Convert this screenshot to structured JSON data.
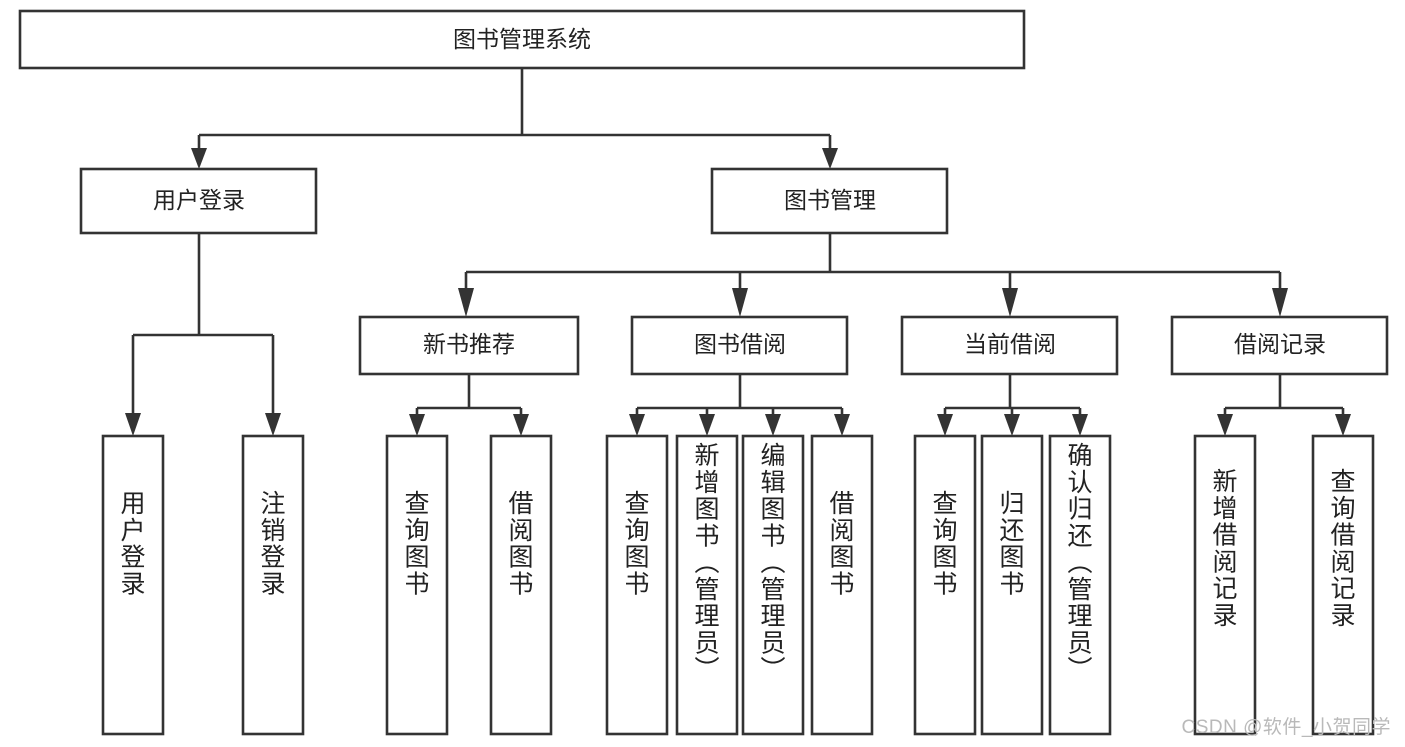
{
  "diagram": {
    "title": "图书管理系统",
    "type": "tree-hierarchy-diagram",
    "watermark": "CSDN @软件_小贺同学",
    "root": {
      "id": "root",
      "label": "图书管理系统"
    },
    "level2": [
      {
        "id": "user-login",
        "label": "用户登录"
      },
      {
        "id": "book-management",
        "label": "图书管理"
      }
    ],
    "level3": [
      {
        "id": "new-book-recommend",
        "label": "新书推荐",
        "parent": "book-management"
      },
      {
        "id": "book-borrow",
        "label": "图书借阅",
        "parent": "book-management"
      },
      {
        "id": "current-borrow",
        "label": "当前借阅",
        "parent": "book-management"
      },
      {
        "id": "borrow-record",
        "label": "借阅记录",
        "parent": "book-management"
      }
    ],
    "leaves": [
      {
        "id": "leaf-user-login",
        "label": "用户登录",
        "parent": "user-login"
      },
      {
        "id": "leaf-logout-login",
        "label": "注销登录",
        "parent": "user-login"
      },
      {
        "id": "leaf-query-book-1",
        "label": "查询图书",
        "parent": "new-book-recommend"
      },
      {
        "id": "leaf-borrow-book-1",
        "label": "借阅图书",
        "parent": "new-book-recommend"
      },
      {
        "id": "leaf-query-book-2",
        "label": "查询图书",
        "parent": "book-borrow"
      },
      {
        "id": "leaf-add-book",
        "label": "新增图书（管理员）",
        "parent": "book-borrow"
      },
      {
        "id": "leaf-edit-book",
        "label": "编辑图书（管理员）",
        "parent": "book-borrow"
      },
      {
        "id": "leaf-borrow-book-2",
        "label": "借阅图书",
        "parent": "book-borrow"
      },
      {
        "id": "leaf-query-book-3",
        "label": "查询图书",
        "parent": "current-borrow"
      },
      {
        "id": "leaf-return-book",
        "label": "归还图书",
        "parent": "current-borrow"
      },
      {
        "id": "leaf-confirm-return",
        "label": "确认归还（管理员）",
        "parent": "current-borrow"
      },
      {
        "id": "leaf-add-record",
        "label": "新增借阅记录",
        "parent": "borrow-record"
      },
      {
        "id": "leaf-query-record",
        "label": "查询借阅记录",
        "parent": "borrow-record"
      }
    ],
    "colors": {
      "stroke": "#333333",
      "fill": "#ffffff",
      "text": "#222222",
      "watermark": "#b9b9b9",
      "background": "#ffffff"
    }
  }
}
